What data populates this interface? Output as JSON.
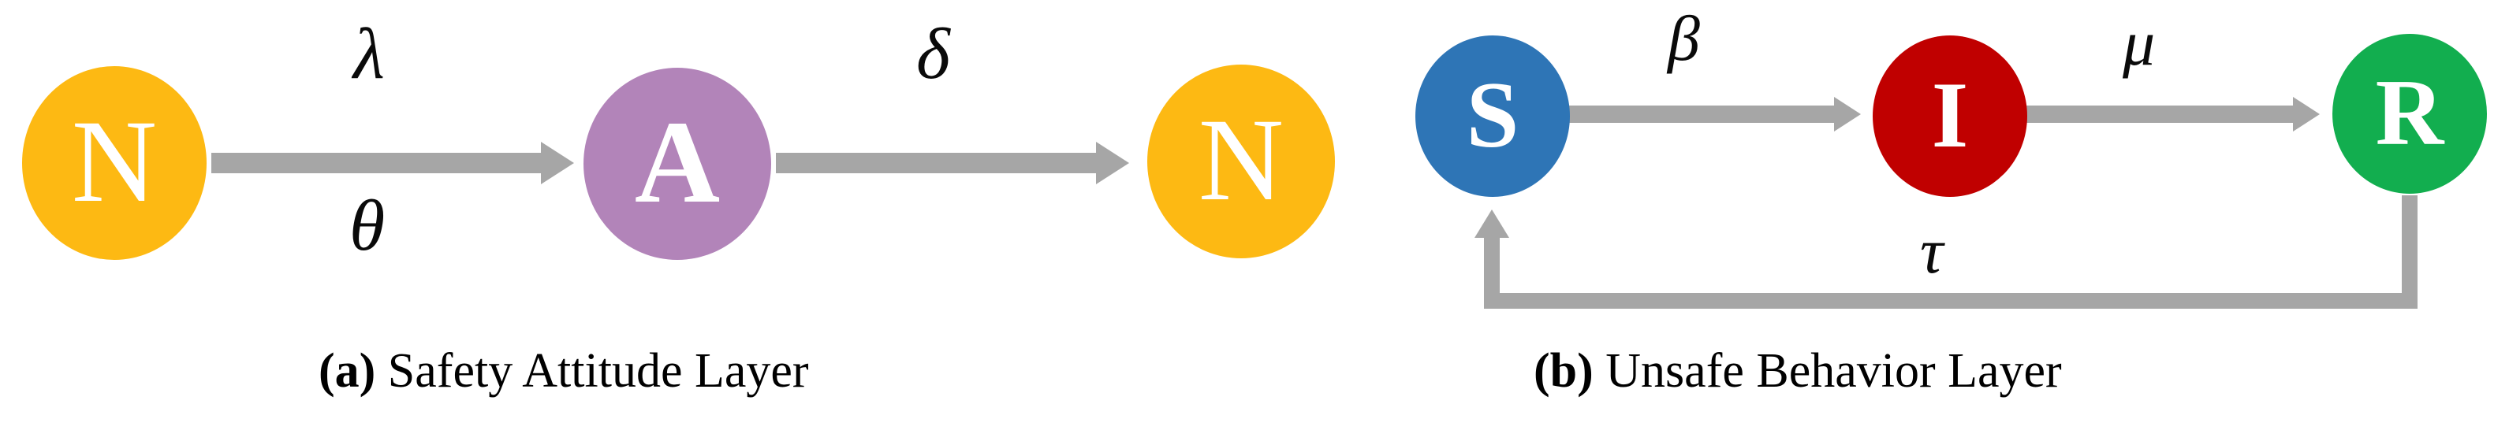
{
  "figure": {
    "type": "two-panel state-transition diagram",
    "background_color": "#ffffff",
    "arrow_color": "#A6A6A6"
  },
  "panel_a": {
    "caption_tag": "(a)",
    "caption_text": " Safety Attitude Layer",
    "nodes": [
      {
        "id": "a1",
        "label": "N",
        "color": "#FDB913",
        "name": "node-n-left"
      },
      {
        "id": "a2",
        "label": "A",
        "color": "#B284B9",
        "name": "node-a"
      },
      {
        "id": "a3",
        "label": "N",
        "color": "#FDB913",
        "name": "node-n-right"
      }
    ],
    "edges": [
      {
        "from": "N",
        "to": "A",
        "labels": [
          "λ",
          "θ"
        ],
        "label_names": [
          "lambda",
          "theta"
        ]
      },
      {
        "from": "A",
        "to": "N",
        "labels": [
          "δ"
        ],
        "label_names": [
          "delta"
        ]
      }
    ],
    "label_lambda": "λ",
    "label_theta": "θ",
    "label_delta": "δ"
  },
  "panel_b": {
    "caption_tag": "(b)",
    "caption_text": " Unsafe Behavior Layer",
    "nodes": [
      {
        "id": "b1",
        "label": "S",
        "color": "#2E75B6",
        "name": "node-s"
      },
      {
        "id": "b2",
        "label": "I",
        "color": "#C00000",
        "name": "node-i"
      },
      {
        "id": "b3",
        "label": "R",
        "color": "#12AE4F",
        "name": "node-r"
      }
    ],
    "edges": [
      {
        "from": "S",
        "to": "I",
        "labels": [
          "β"
        ],
        "label_names": [
          "beta"
        ]
      },
      {
        "from": "I",
        "to": "R",
        "labels": [
          "μ"
        ],
        "label_names": [
          "mu"
        ]
      },
      {
        "from": "R",
        "to": "S",
        "labels": [
          "τ"
        ],
        "label_names": [
          "tau"
        ],
        "route": "feedback-loop-bottom"
      }
    ],
    "label_beta": "β",
    "label_mu": "μ",
    "label_tau": "τ"
  }
}
